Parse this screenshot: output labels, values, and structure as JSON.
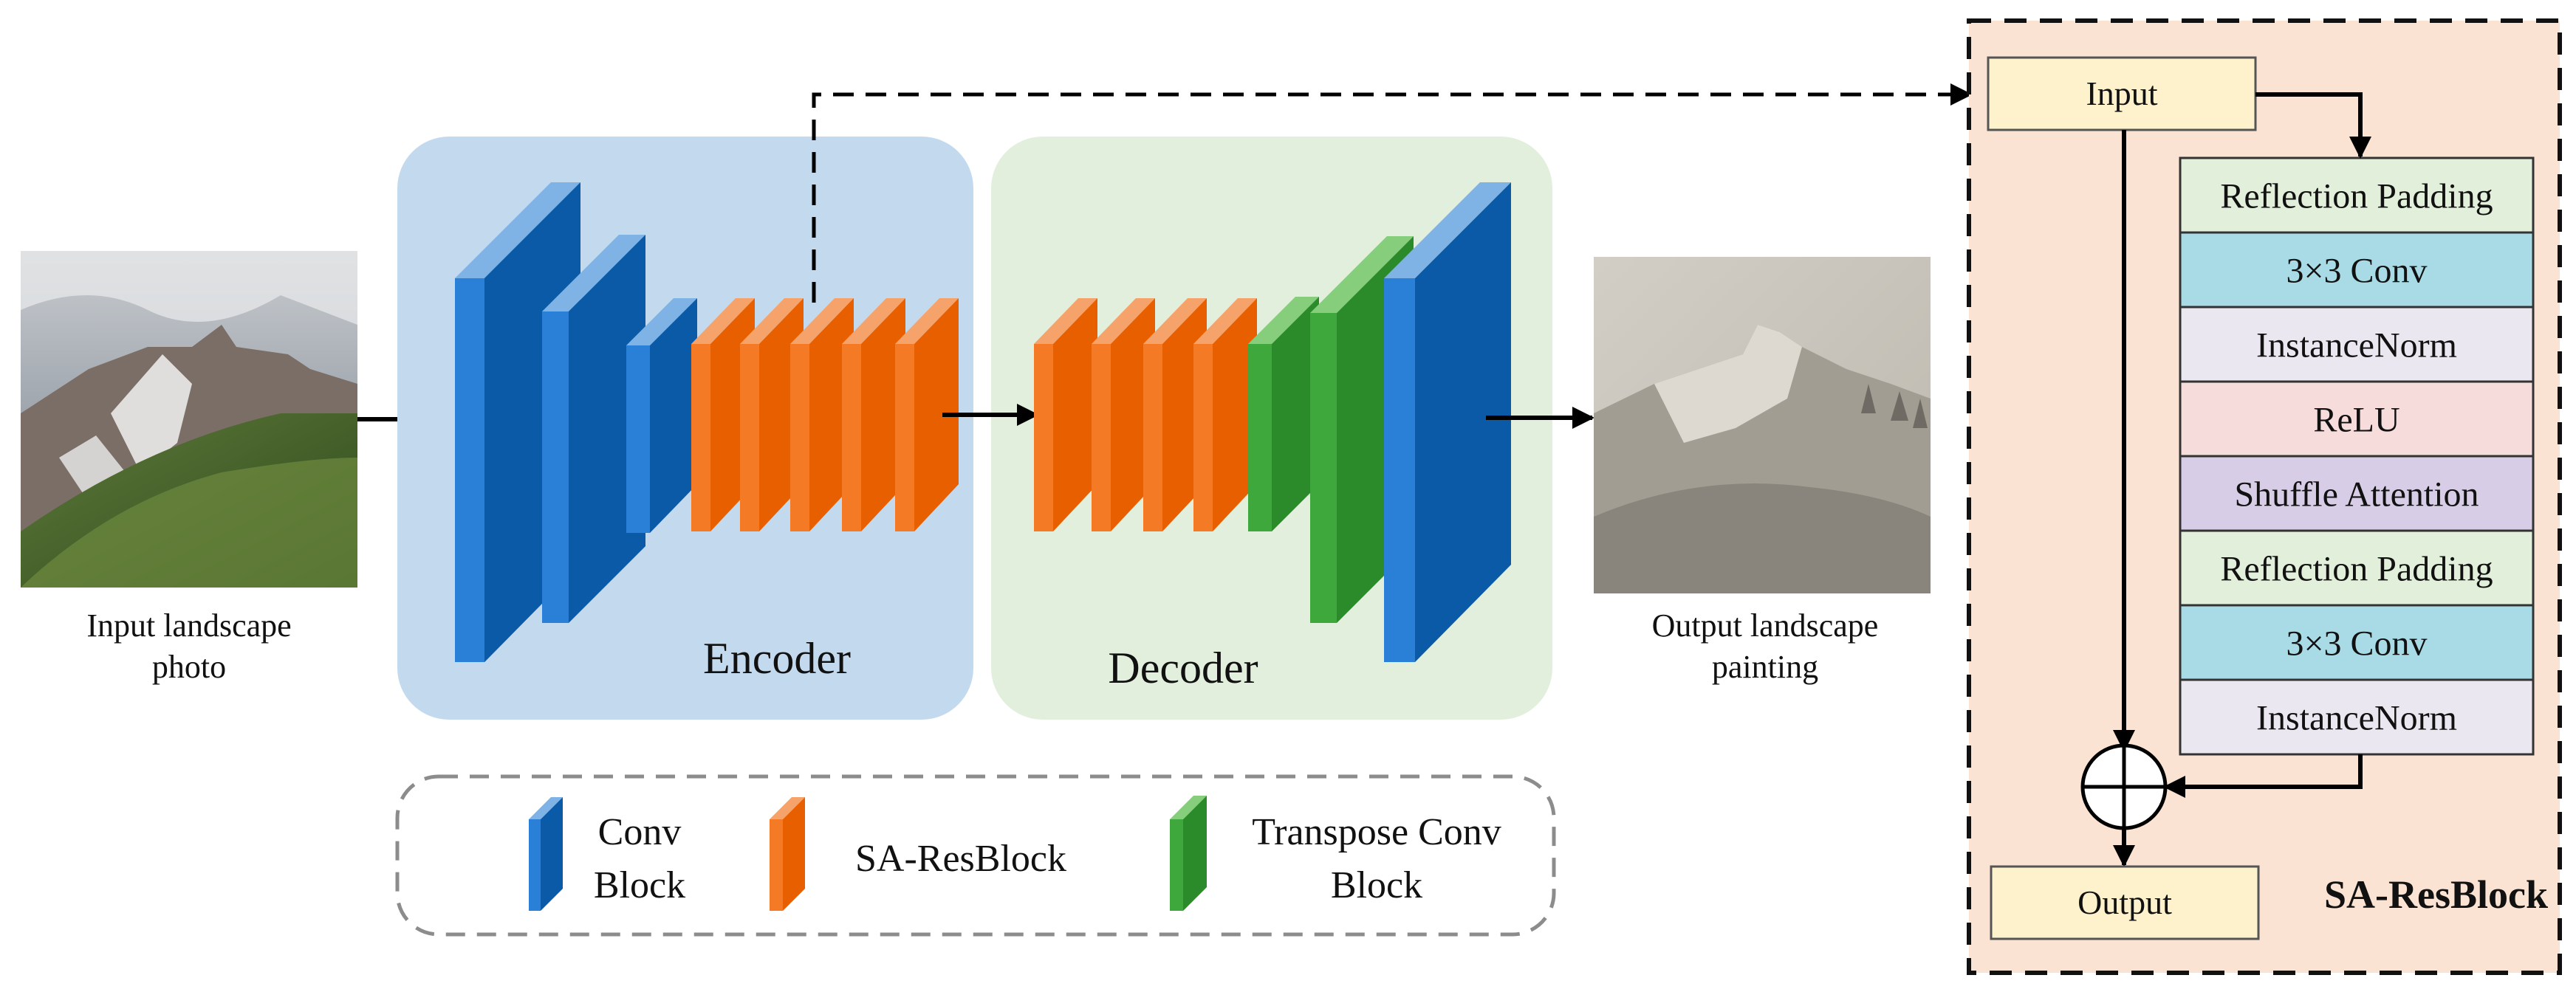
{
  "input_caption": [
    "Input landscape",
    "photo"
  ],
  "output_caption": [
    "Output landscape",
    "painting"
  ],
  "encoder": {
    "label": "Encoder"
  },
  "decoder": {
    "label": "Decoder"
  },
  "legend": {
    "conv": [
      "Conv",
      "Block"
    ],
    "sa": "SA-ResBlock",
    "transpose": [
      "Transpose Conv",
      "Block"
    ]
  },
  "sa_resblock": {
    "title": "SA-ResBlock",
    "input_label": "Input",
    "output_label": "Output",
    "layers": [
      {
        "label": "Reflection Padding",
        "color": "#e2efda"
      },
      {
        "label": "3×3 Conv",
        "color": "#a8dbe6"
      },
      {
        "label": "InstanceNorm",
        "color": "#ebe7f0"
      },
      {
        "label": "ReLU",
        "color": "#f7dcdc"
      },
      {
        "label": "Shuffle Attention",
        "color": "#d8cde6"
      },
      {
        "label": "Reflection Padding",
        "color": "#e2efda"
      },
      {
        "label": "3×3 Conv",
        "color": "#a8dbe6"
      },
      {
        "label": "InstanceNorm",
        "color": "#ebe7f0"
      }
    ]
  },
  "colors": {
    "encoder_bg": "#c3d9ee",
    "decoder_bg": "#e1efdc",
    "sa_panel_bg": "#fbe3d4",
    "conv_block": "#0b5aa8",
    "sa_block": "#f06a12",
    "transpose_block": "#359433",
    "io_box": "#fdf2cc"
  }
}
